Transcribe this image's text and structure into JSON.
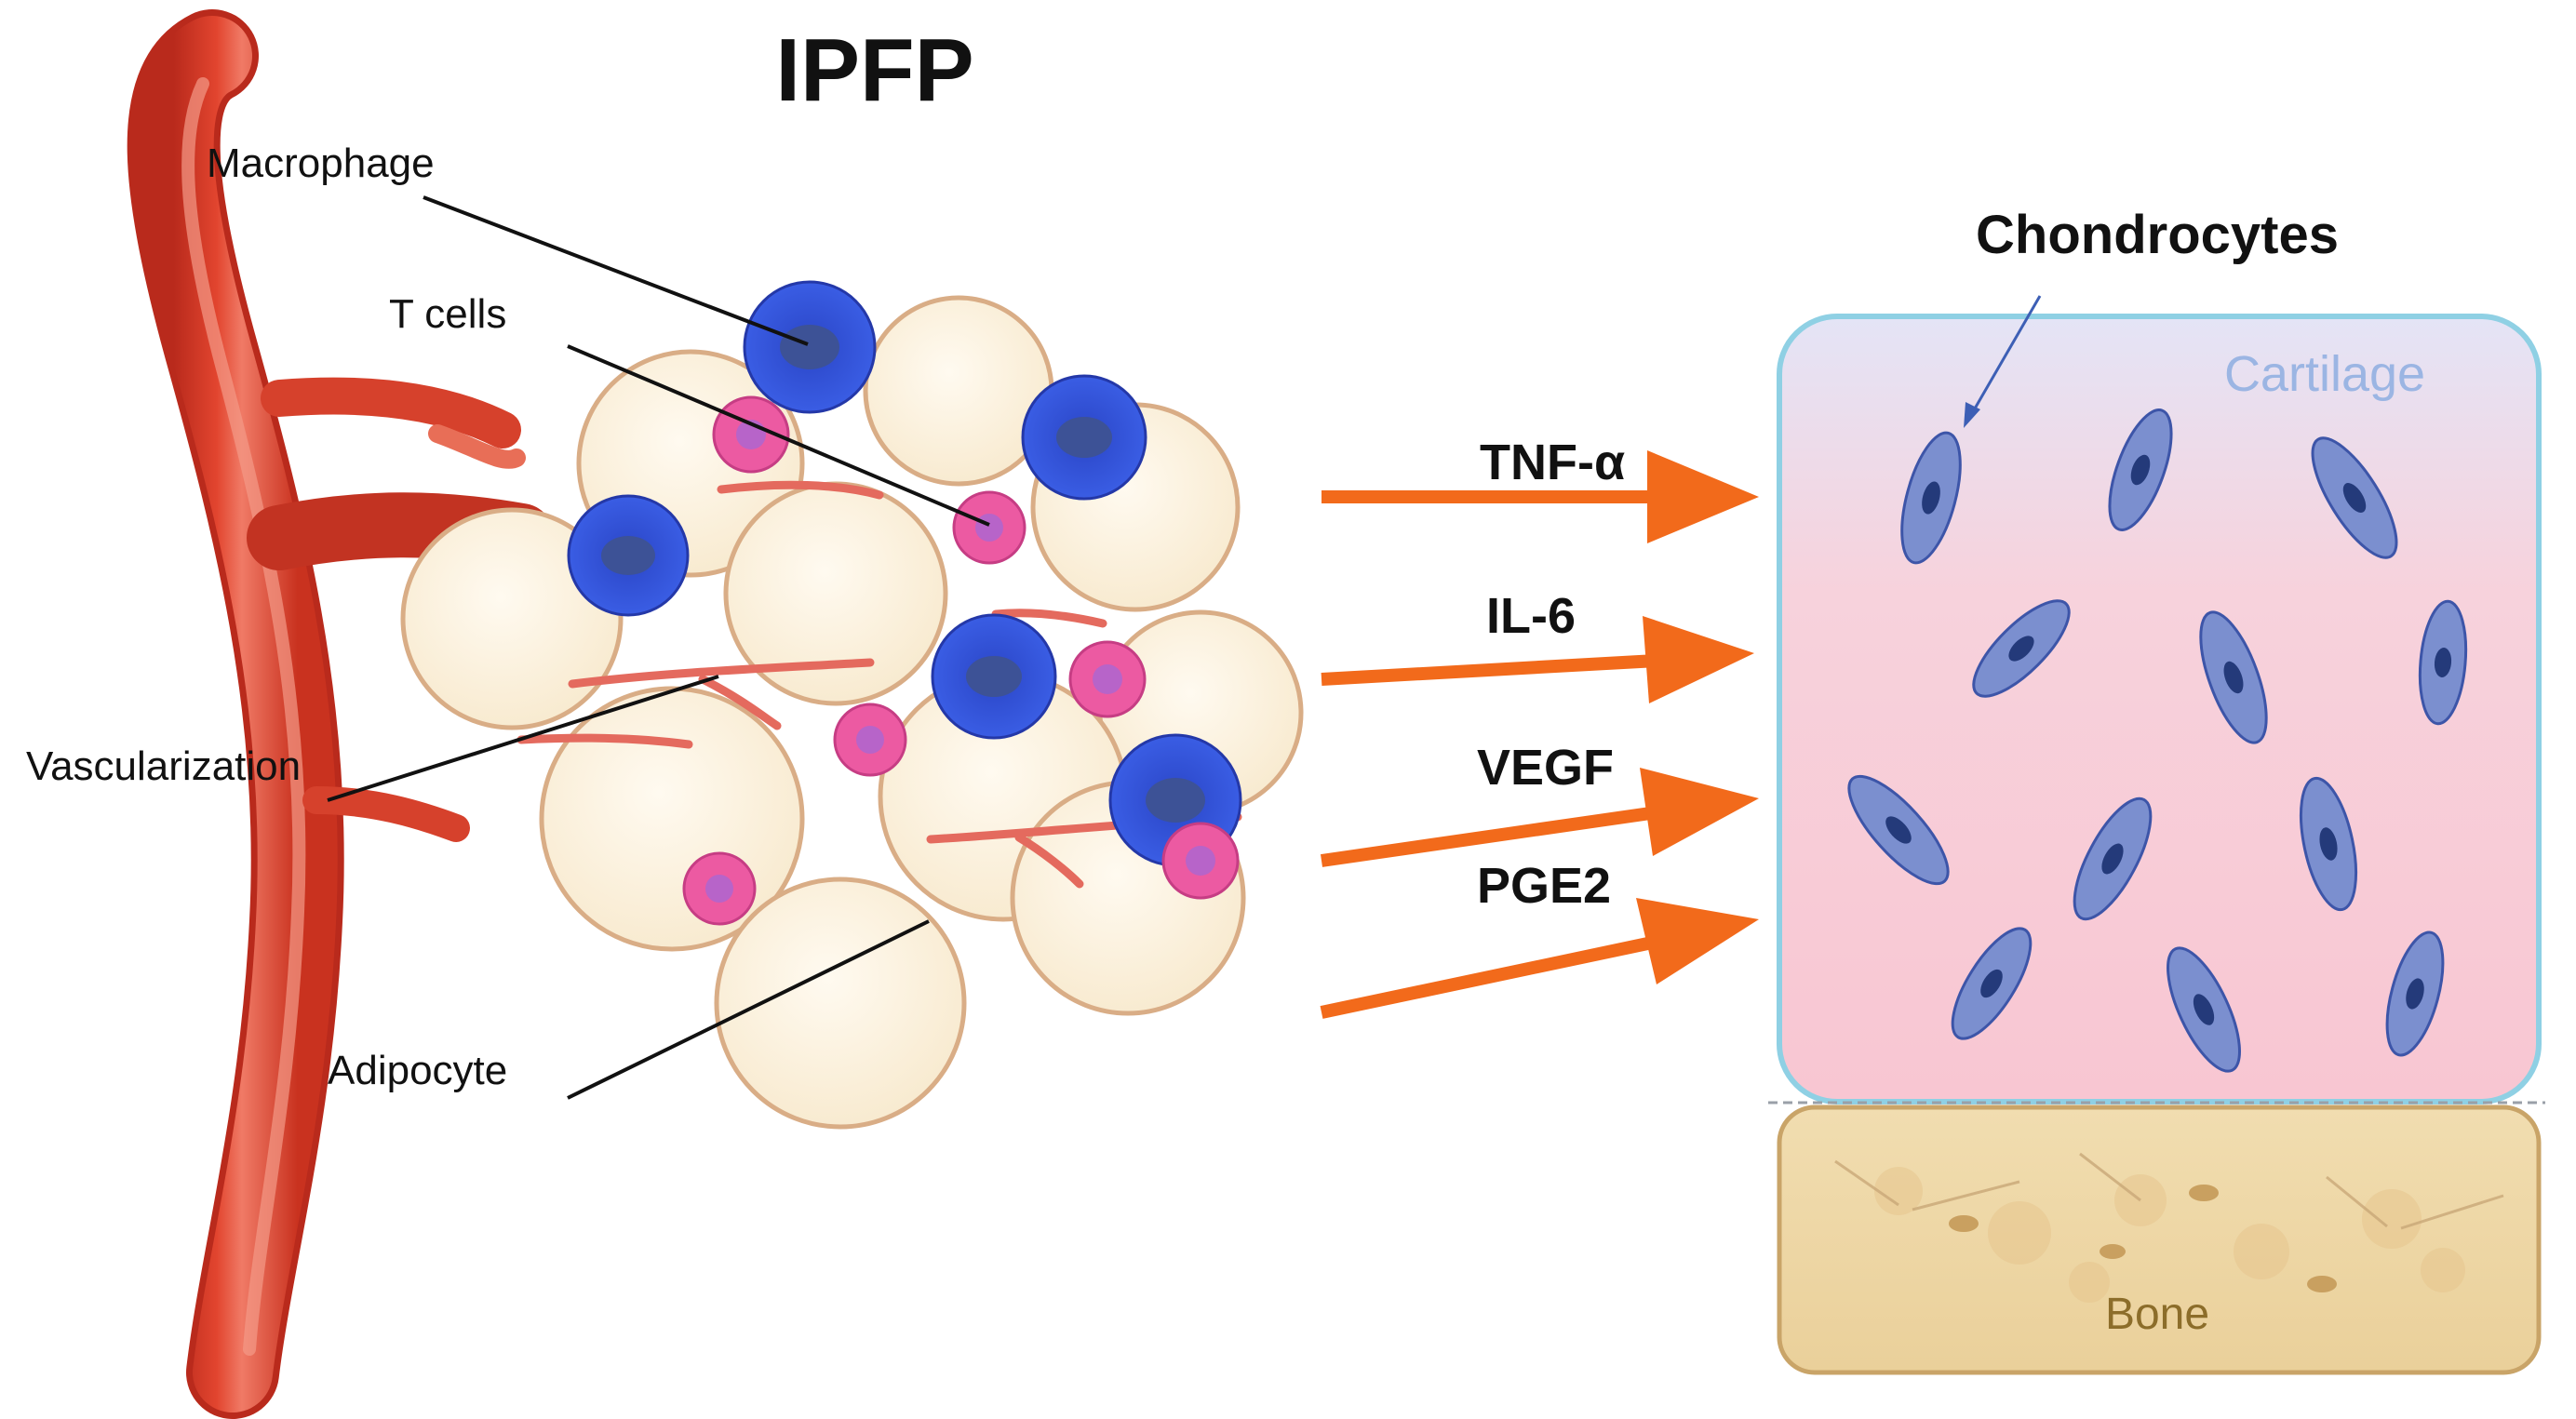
{
  "title": "IPFP",
  "labels": {
    "macrophage": "Macrophage",
    "t_cells": "T cells",
    "vascularization": "Vascularization",
    "adipocyte": "Adipocyte",
    "chondrocytes": "Chondrocytes",
    "cartilage": "Cartilage",
    "bone": "Bone"
  },
  "factors": [
    "TNF-α",
    "IL-6",
    "VEGF",
    "PGE2"
  ],
  "colors": {
    "vessel": "#e2452f",
    "adipocyte_fill": "#fbf1dc",
    "adipocyte_stroke": "#d9ad86",
    "macrophage": "#3150d8",
    "t_cell": "#e8509a",
    "arrow": "#f26a1b",
    "cartilage_border": "#8fd0e4",
    "chondrocyte": "#7b8fcf",
    "bone_fill": "#eed7a4",
    "bone_text": "#8c6d2a",
    "cartilage_text": "#9bb5e3"
  }
}
